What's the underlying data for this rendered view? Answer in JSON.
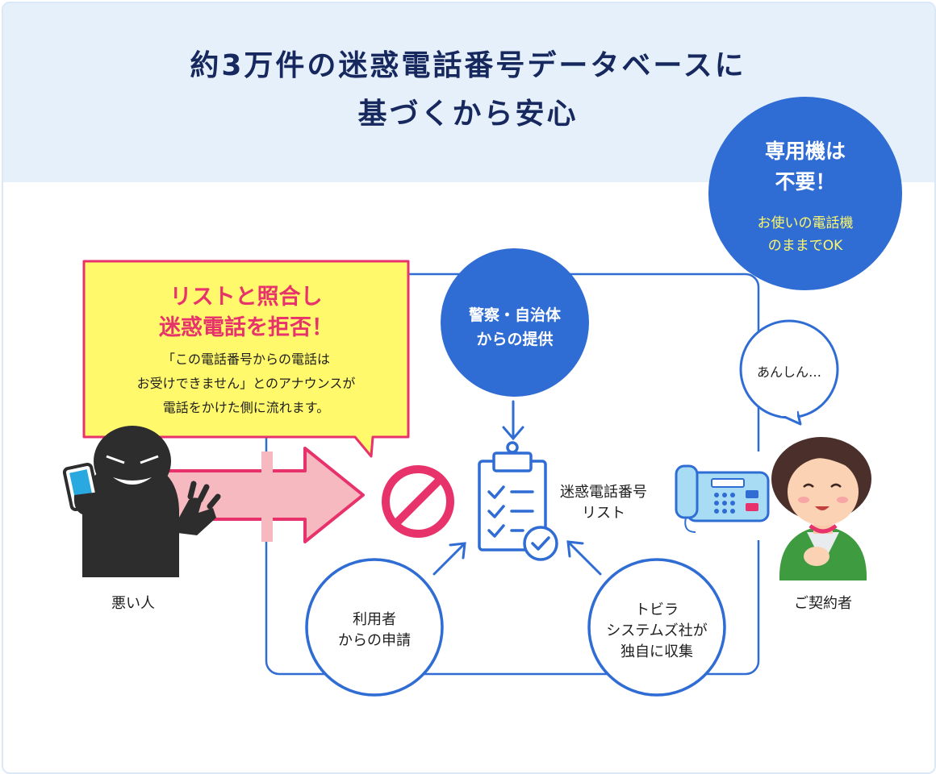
{
  "title": {
    "line1": "約3万件の迷惑電話番号データベースに",
    "line2": "基づくから安心"
  },
  "badge": {
    "line1": "専用機は",
    "line2": "不要！",
    "sub1": "お使いの電話機",
    "sub2": "のままでOK"
  },
  "callout": {
    "heading1": "リストと照合し",
    "heading2": "迷惑電話を拒否！",
    "body1": "「この電話番号からの電話は",
    "body2": "お受けできません」とのアナウンスが",
    "body3": "電話をかけた側に流れます。"
  },
  "sources": {
    "police": {
      "line1": "警察・自治体",
      "line2": "からの提供"
    },
    "users": {
      "line1": "利用者",
      "line2": "からの申請"
    },
    "tobila": {
      "line1": "トビラ",
      "line2": "システムズ社が",
      "line3": "独自に収集"
    }
  },
  "list_label": {
    "line1": "迷惑電話番号",
    "line2": "リスト"
  },
  "bad_person_label": "悪い人",
  "customer_label": "ご契約者",
  "customer_speech": "あんしん…",
  "colors": {
    "navy": "#17285e",
    "blue": "#2f6cd4",
    "pink": "#e8326b",
    "yellow": "#fff96b",
    "light_blue_bg": "#e5f0fb"
  }
}
